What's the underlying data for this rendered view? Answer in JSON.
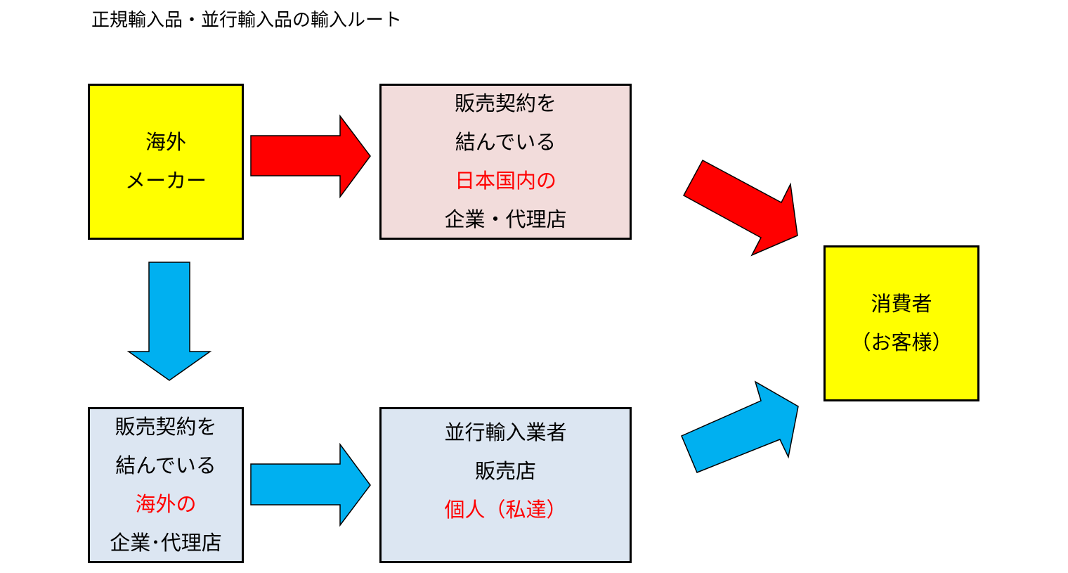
{
  "title": "正規輸入品・並行輸入品の輸入ルート",
  "colors": {
    "yellow": "#ffff00",
    "pink": "#f2dcdb",
    "lightblue": "#dce6f2",
    "red_arrow": "#ff0000",
    "blue_arrow": "#00b0f0"
  },
  "boxes": {
    "maker": {
      "lines": [
        "海外",
        "メーカー"
      ]
    },
    "domestic_agent": {
      "lines": [
        "販売契約を",
        "結んでいる",
        "日本国内の",
        "企業・代理店"
      ]
    },
    "consumer": {
      "lines": [
        "消費者",
        "（お客様）"
      ]
    },
    "overseas_agent": {
      "lines": [
        "販売契約を",
        "結んでいる",
        "海外の",
        "企業･代理店"
      ]
    },
    "parallel": {
      "lines": [
        "並行輸入業者",
        "販売店",
        "個人（私達）"
      ]
    }
  }
}
